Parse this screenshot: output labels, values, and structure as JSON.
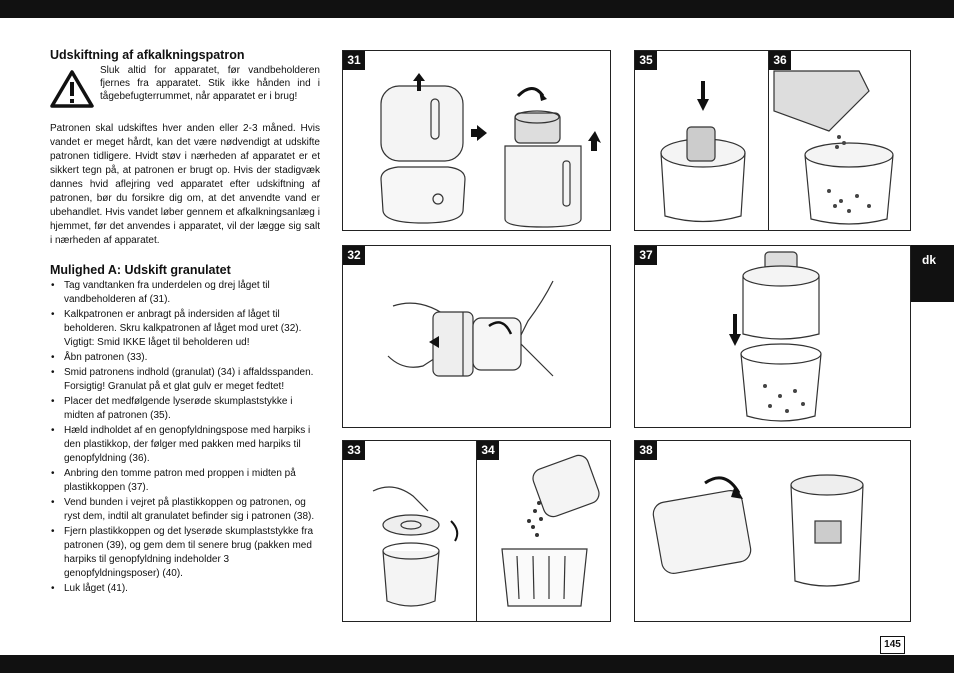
{
  "heading1": "Udskiftning af afkalkningspatron",
  "warning": "Sluk altid for apparatet, før vandbeholderen fjernes fra apparatet. Stik ikke hånden ind i tågebefugterrummet, når apparatet er i brug!",
  "intro": "Patronen skal udskiftes hver anden eller 2-3 måned. Hvis vandet er meget hårdt, kan det være nødvendigt at udskifte patronen tidligere. Hvidt støv i nærheden af apparatet er et sikkert tegn på, at patronen er brugt op. Hvis der stadigvæk dannes hvid aflejring ved apparatet efter udskiftning af patronen, bør du forsikre dig om, at det anvendte vand er ubehandlet. Hvis vandet løber gennem et afkalkningsanlæg i hjemmet, før det anvendes i apparatet, vil der lægge sig salt i nærheden af apparatet.",
  "heading2": "Mulighed A: Udskift granulatet",
  "steps": [
    "Tag vandtanken fra underdelen og drej låget til vandbeholderen af (31).",
    "Kalkpatronen er anbragt på indersiden af låget til beholderen. Skru kalkpatronen af låget mod uret (32). Vigtigt: Smid IKKE låget til beholderen ud!",
    "Åbn patronen (33).",
    "Smid patronens indhold (granulat) (34) i affaldsspanden. Forsigtig! Granulat på et glat gulv er meget fedtet!",
    "Placer det medfølgende lyserøde skumplaststykke i midten af patronen (35).",
    "Hæld indholdet af en genopfyldningspose med harpiks i den plastikkop, der følger med pakken med harpiks til genopfyldning (36).",
    "Anbring den tomme patron med proppen i midten på plastikkoppen (37).",
    "Vend bunden i vejret på plastikkoppen og patronen, og ryst dem, indtil alt granulatet befinder sig i patronen (38).",
    "Fjern plastikkoppen og det lyserøde skumplaststykke fra patronen (39), og gem dem til senere brug (pakken med harpiks til genopfyldning indeholder 3 genopfyldningsposer) (40).",
    "Luk låget (41)."
  ],
  "figures": {
    "f31": "31",
    "f32": "32",
    "f33": "33",
    "f34": "34",
    "f35": "35",
    "f36": "36",
    "f37": "37",
    "f38": "38"
  },
  "language_tab": "dk",
  "page_number": "145"
}
